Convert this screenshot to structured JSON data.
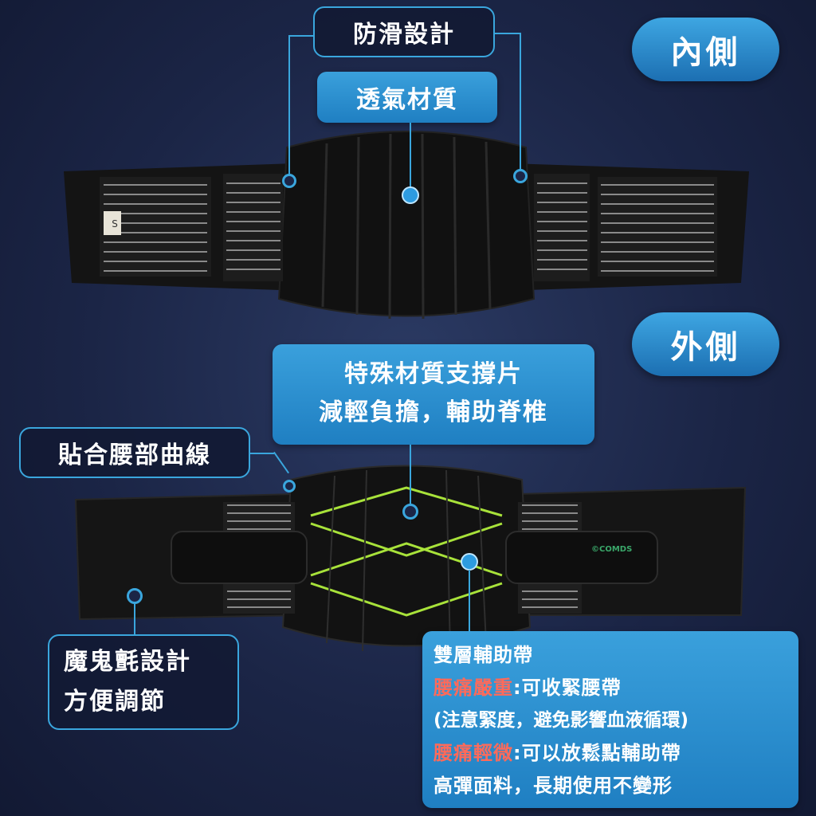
{
  "labels": {
    "inner": "內側",
    "outer": "外側"
  },
  "callouts": {
    "anti_slip": "防滑設計",
    "breathable": "透氣材質",
    "support_line1": "特殊材質支撐片",
    "support_line2": "減輕負擔，輔助脊椎",
    "waist_fit": "貼合腰部曲線",
    "velcro_line1": "魔鬼氈設計",
    "velcro_line2": "方便調節"
  },
  "double_strap": {
    "title": "雙層輔助帶",
    "severe_label": "腰痛嚴重",
    "severe_text": ":可收緊腰帶",
    "note": "(注意緊度，避免影響血液循環)",
    "mild_label": "腰痛輕微",
    "mild_text": ":可以放鬆點輔助帶",
    "fabric": "高彈面料，長期使用不變形"
  },
  "product": {
    "size_tag": "S",
    "brand": "©COMDS"
  },
  "colors": {
    "accent_blue": "#3aa6dd",
    "highlight_red": "#ff6a5a",
    "lime": "#a8e23a"
  }
}
